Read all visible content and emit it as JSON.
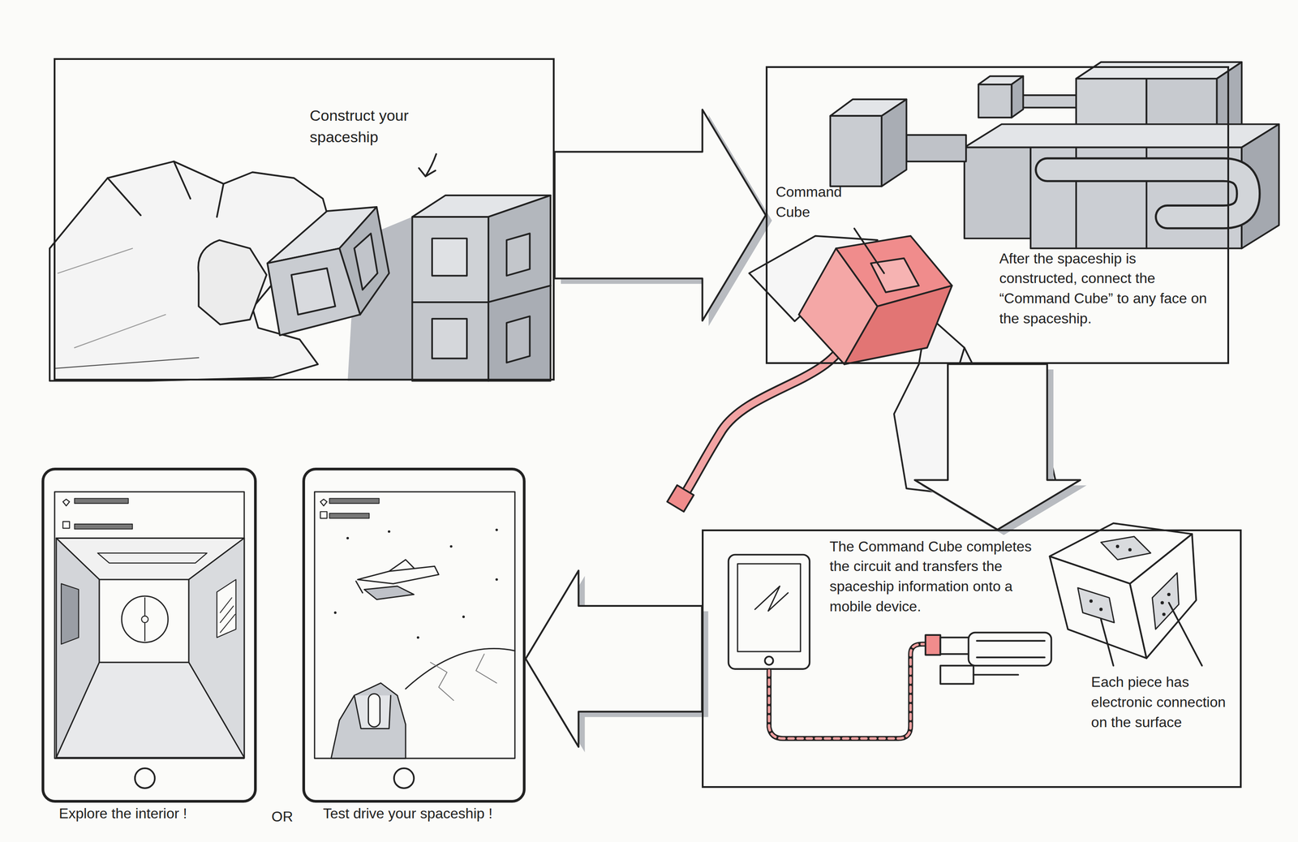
{
  "diagram": {
    "nodes": [
      {
        "text": [
          "Construct your spaceship"
        ]
      },
      {
        "text": [
          "Command Cube",
          "After the spaceship is constructed, connect the “Command Cube” to any face on the spaceship."
        ]
      },
      {
        "text": [
          "The Command Cube completes the circuit and transfers the spaceship information onto a mobile device.",
          "Each piece has electronic connection on the surface"
        ]
      },
      {
        "text": [
          "Explore the interior !"
        ]
      },
      {
        "text": [
          "Test drive your spaceship !"
        ]
      }
    ],
    "edges": [
      {
        "from": 0,
        "to": 1,
        "arrow": "to"
      },
      {
        "from": 1,
        "to": 2,
        "arrow": "to"
      },
      {
        "from": 2,
        "to": 4,
        "arrow": "to"
      }
    ],
    "labels": [
      "OR"
    ]
  }
}
